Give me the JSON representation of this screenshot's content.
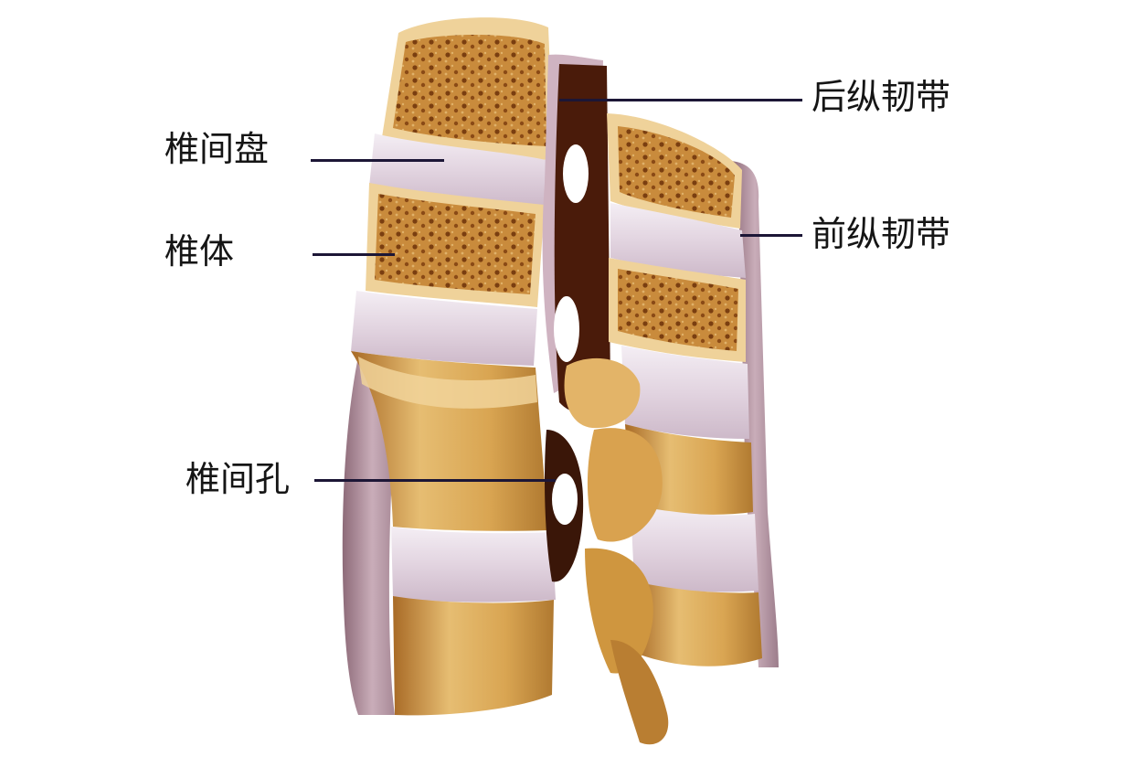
{
  "labels": {
    "intervertebral_disc": "椎间盘",
    "vertebral_body": "椎体",
    "intervertebral_foramen": "椎间孔",
    "posterior_longitudinal_ligament": "后纵韧带",
    "anterior_longitudinal_ligament": "前纵韧带"
  },
  "colors": {
    "bone": "#e9c98a",
    "bone_dark": "#c99540",
    "cancellous": "#9a5a1c",
    "disc": "#ece4ec",
    "ligament": "#b69aa8",
    "cavity": "#3a1608",
    "leader_line": "#1c1636"
  }
}
